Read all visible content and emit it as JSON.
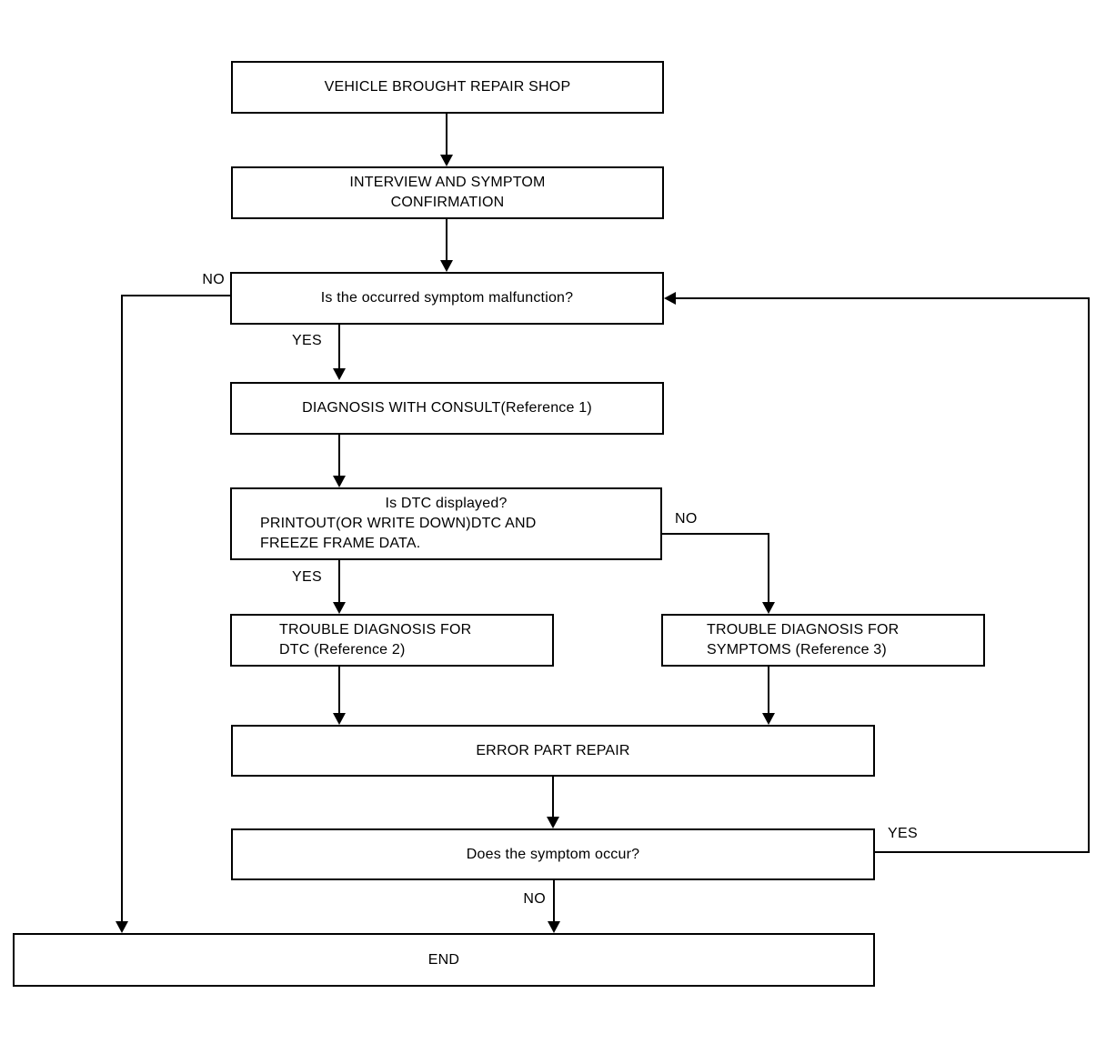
{
  "flowchart": {
    "type": "flowchart",
    "colors": {
      "line": "#000000",
      "background": "#ffffff",
      "box_fill": "#ffffff",
      "text": "#000000"
    },
    "nodes": {
      "vehicle_brought": "VEHICLE BROUGHT REPAIR SHOP",
      "interview_l1": "INTERVIEW AND SYMPTOM",
      "interview_l2": "CONFIRMATION",
      "symptom_malfunction": "Is the occurred symptom malfunction?",
      "diagnosis_consult": "DIAGNOSIS WITH CONSULT(Reference 1)",
      "dtc_q_l1": "Is DTC displayed?",
      "dtc_q_l2": "PRINTOUT(OR WRITE DOWN)DTC AND",
      "dtc_q_l3": "FREEZE FRAME DATA.",
      "diag_dtc_l1": "TROUBLE DIAGNOSIS FOR",
      "diag_dtc_l2": "DTC (Reference 2)",
      "diag_sym_l1": "TROUBLE DIAGNOSIS FOR",
      "diag_sym_l2": "SYMPTOMS (Reference 3)",
      "error_repair": "ERROR PART REPAIR",
      "symptom_occur": "Does the symptom occur?",
      "end": "END"
    },
    "edge_labels": {
      "no_left": "NO",
      "yes_consult": "YES",
      "no_dtc": "NO",
      "yes_dtc": "YES",
      "yes_return": "YES",
      "no_end": "NO"
    }
  }
}
